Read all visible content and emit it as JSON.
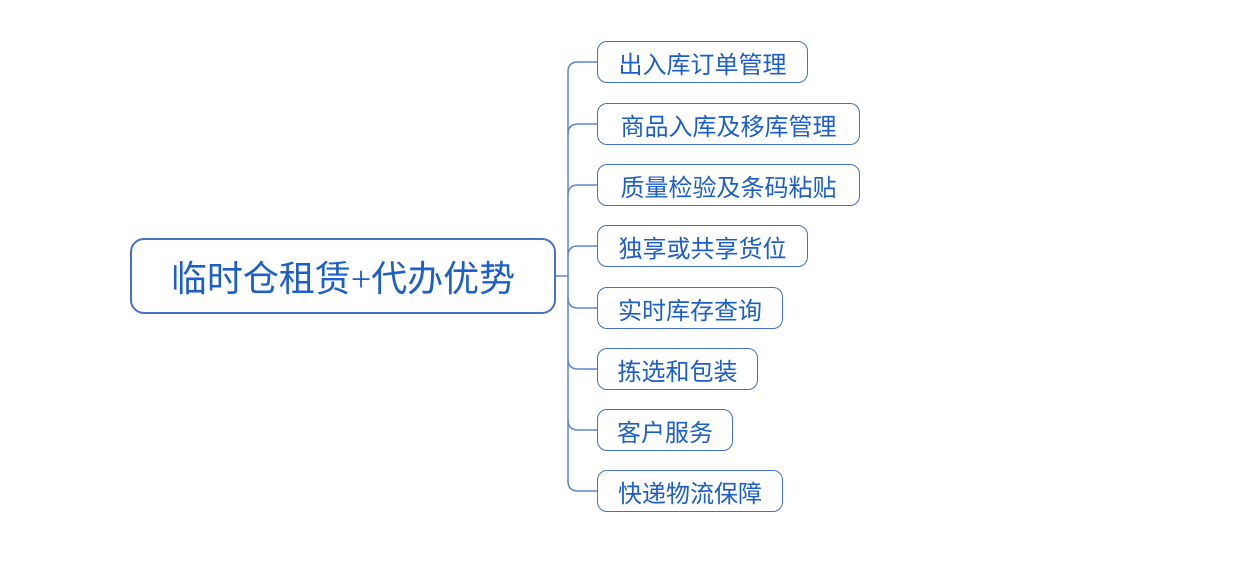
{
  "diagram": {
    "title": "临时仓租赁+代办优势 mind map",
    "root": {
      "label": "临时仓租赁+代办优势"
    },
    "branches": [
      {
        "label": "出入库订单管理"
      },
      {
        "label": "商品入库及移库管理"
      },
      {
        "label": "质量检验及条码粘贴"
      },
      {
        "label": "独享或共享货位"
      },
      {
        "label": "实时库存查询"
      },
      {
        "label": "拣选和包装"
      },
      {
        "label": "客户服务"
      },
      {
        "label": "快递物流保障"
      }
    ],
    "colors": {
      "node_border": "#4472C4",
      "text": "#1C5FC8",
      "connector": "#5D85CF",
      "background": "#FFFFFF"
    }
  }
}
